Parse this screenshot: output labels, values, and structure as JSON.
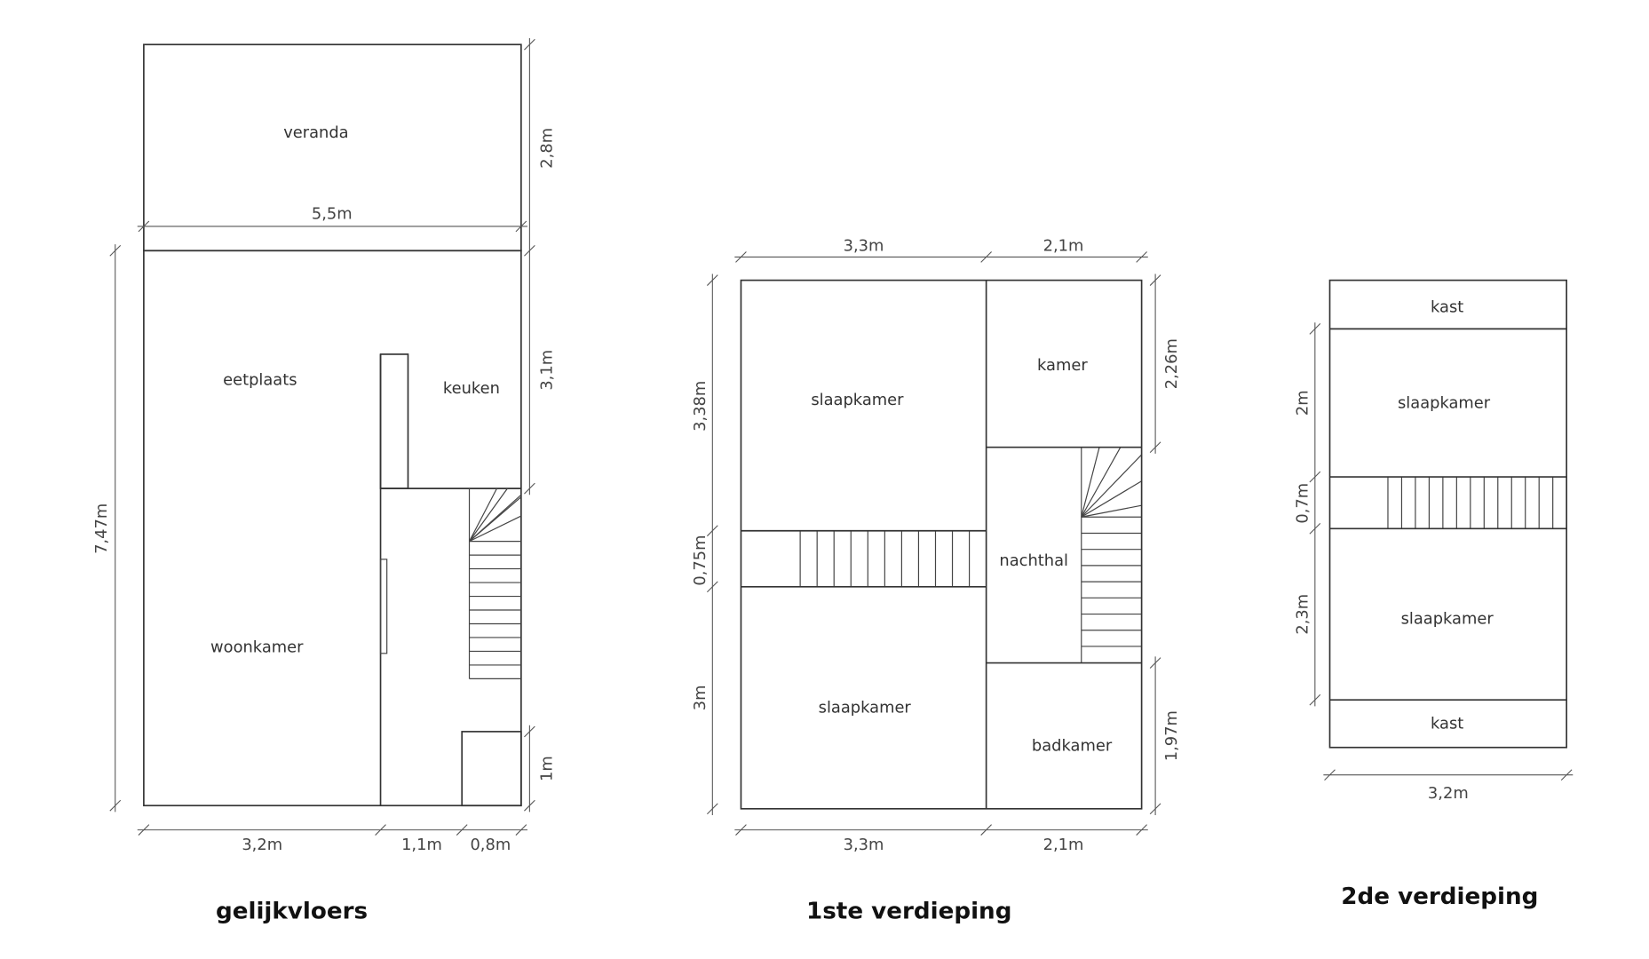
{
  "floors": {
    "ground": {
      "title": "gelijkvloers",
      "rooms": {
        "veranda": "veranda",
        "eetplaats": "eetplaats",
        "keuken": "keuken",
        "woonkamer": "woonkamer"
      },
      "dims": {
        "width_total": "5,5m",
        "veranda_depth": "2,8m",
        "keuken_depth": "3,1m",
        "total_depth": "7,47m",
        "small_depth": "1m",
        "w1": "3,2m",
        "w2": "1,1m",
        "w3": "0,8m"
      }
    },
    "first": {
      "title": "1ste verdieping",
      "rooms": {
        "slaapkamer_top": "slaapkamer",
        "kamer": "kamer",
        "nachthal": "nachthal",
        "slaapkamer_bottom": "slaapkamer",
        "badkamer": "badkamer"
      },
      "dims": {
        "top_left": "3,3m",
        "top_right": "2,1m",
        "left_top": "3,38m",
        "left_mid": "0,75m",
        "left_bottom": "3m",
        "right_top": "2,26m",
        "right_bottom": "1,97m",
        "bottom_left": "3,3m",
        "bottom_right": "2,1m"
      }
    },
    "second": {
      "title": "2de verdieping",
      "rooms": {
        "kast_top": "kast",
        "slaapkamer_top": "slaapkamer",
        "slaapkamer_bottom": "slaapkamer",
        "kast_bottom": "kast"
      },
      "dims": {
        "left_top": "2m",
        "left_mid": "0,7m",
        "left_bottom": "2,3m",
        "bottom": "3,2m"
      }
    }
  }
}
